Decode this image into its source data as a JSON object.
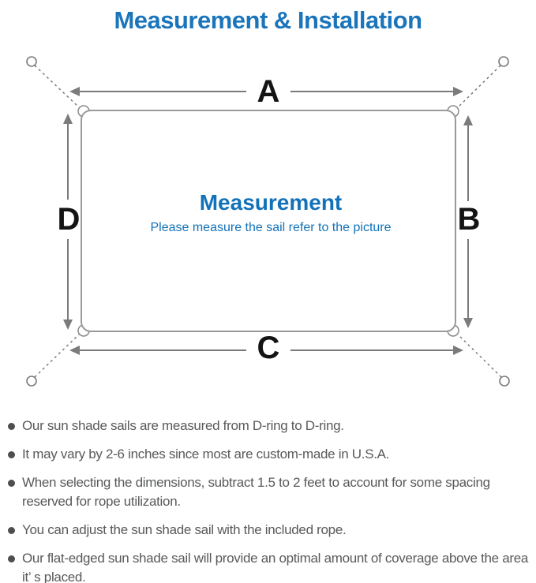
{
  "header": {
    "title": "Measurement & Installation"
  },
  "diagram": {
    "labels": {
      "top": "A",
      "right": "B",
      "bottom": "C",
      "left": "D"
    },
    "center_title": "Measurement",
    "center_subtitle": "Please measure the sail refer to the picture"
  },
  "notes": {
    "items": [
      "Our sun shade sails are measured from D-ring to D-ring.",
      "It may vary by 2-6 inches since most are custom-made in U.S.A.",
      "When selecting the dimensions, subtract 1.5 to 2 feet to account for some spacing reserved for rope utilization.",
      "You can adjust the sun shade sail with the included rope.",
      "Our flat-edged sun shade sail will provide an optimal amount of coverage above the area it’ s placed."
    ]
  },
  "colors": {
    "accent_blue": "#1b75bb",
    "center_text_blue": "#1272b9",
    "line_gray": "#7b7b7b",
    "note_text_gray": "#58595b"
  }
}
